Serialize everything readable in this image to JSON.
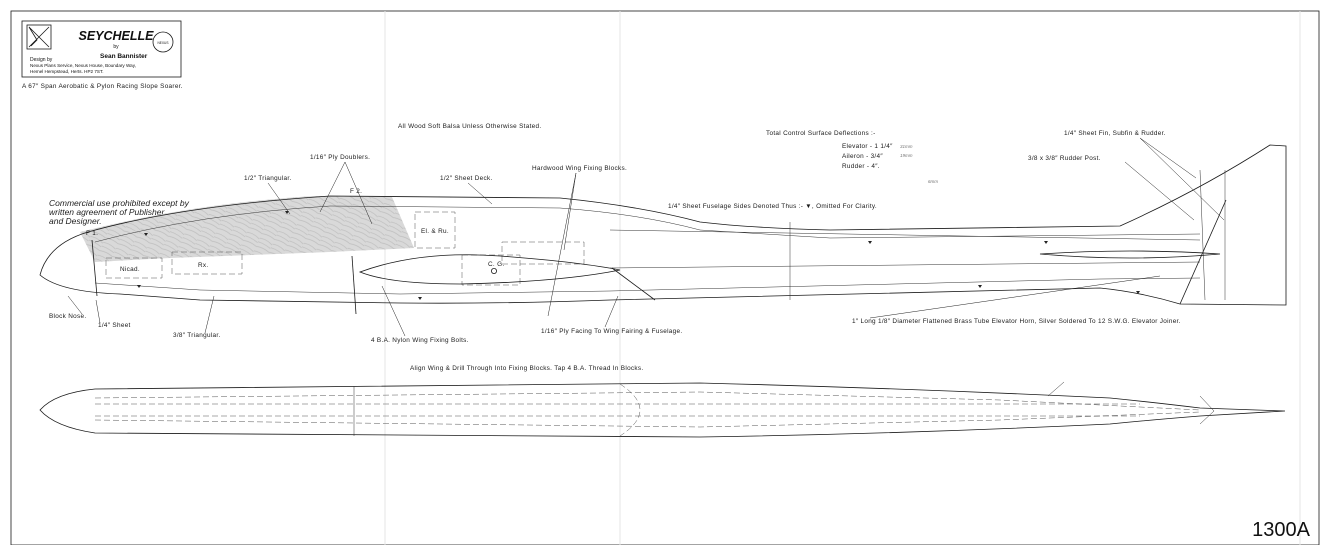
{
  "title_block": {
    "name": "SEYCHELLE",
    "by": "by",
    "designer": "Sean Bannister",
    "design_by": "Design by",
    "address_1": "Nexus Plans Service, Nexus House, Boundary Way,",
    "address_2": "Hemel Hempstead, Herts. HP2 7ST.",
    "logo_text": "NEXUS"
  },
  "subtitle": "A 67″ Span Aerobatic & Pylon Racing Slope Soarer.",
  "notes": {
    "all_wood": "All Wood Soft Balsa Unless Otherwise Stated.",
    "deflections_title": "Total Control Surface Deflections :-",
    "elevator": "Elevator - 1 1/4″",
    "aileron": "Aileron - 3/4″",
    "rudder": "Rudder - 4″.",
    "commercial": [
      "Commercial use prohibited except by",
      "written agreement of Publisher",
      "and Designer."
    ],
    "sheet_sides": "1/4″ Sheet Fuselage Sides Denoted Thus :- ▼, Omitted For Clarity.",
    "align_wing": "Align Wing & Drill Through Into Fixing Blocks. Tap 4 B.A. Thread In Blocks.",
    "drawing_number": "1300A"
  },
  "labels": {
    "ply_doublers": "1/16″ Ply Doublers.",
    "half_triangular": "1/2″ Triangular.",
    "half_sheet_deck": "1/2″ Sheet Deck.",
    "hardwood_blocks": "Hardwood Wing Fixing Blocks.",
    "fin_subfin": "1/4″ Sheet Fin, Subfin & Rudder.",
    "rudder_post": "3/8 x 3/8″ Rudder Post.",
    "f2": "F 2.",
    "f1": "F 1.",
    "el_ru": "El. & Ru.",
    "rx": "Rx.",
    "nicad": "Nicad.",
    "cg": "C. G.",
    "block_nose": "Block Nose.",
    "quarter_sheet": "1/4″ Sheet",
    "three_eighth_tri": "3/8″ Triangular.",
    "nylon_bolts": "4 B.A. Nylon Wing Fixing Bolts.",
    "ply_facing": "1/16″ Ply Facing To Wing Fairing & Fuselage.",
    "elevator_horn": "1″ Long 1/8″ Diameter Flattened Brass Tube Elevator Horn, Silver Soldered To 12 S.W.G. Elevator Joiner."
  },
  "pencil_notes": {
    "elevator_mm": "31mm",
    "aileron_mm": "19mm",
    "misc": "6mm"
  }
}
